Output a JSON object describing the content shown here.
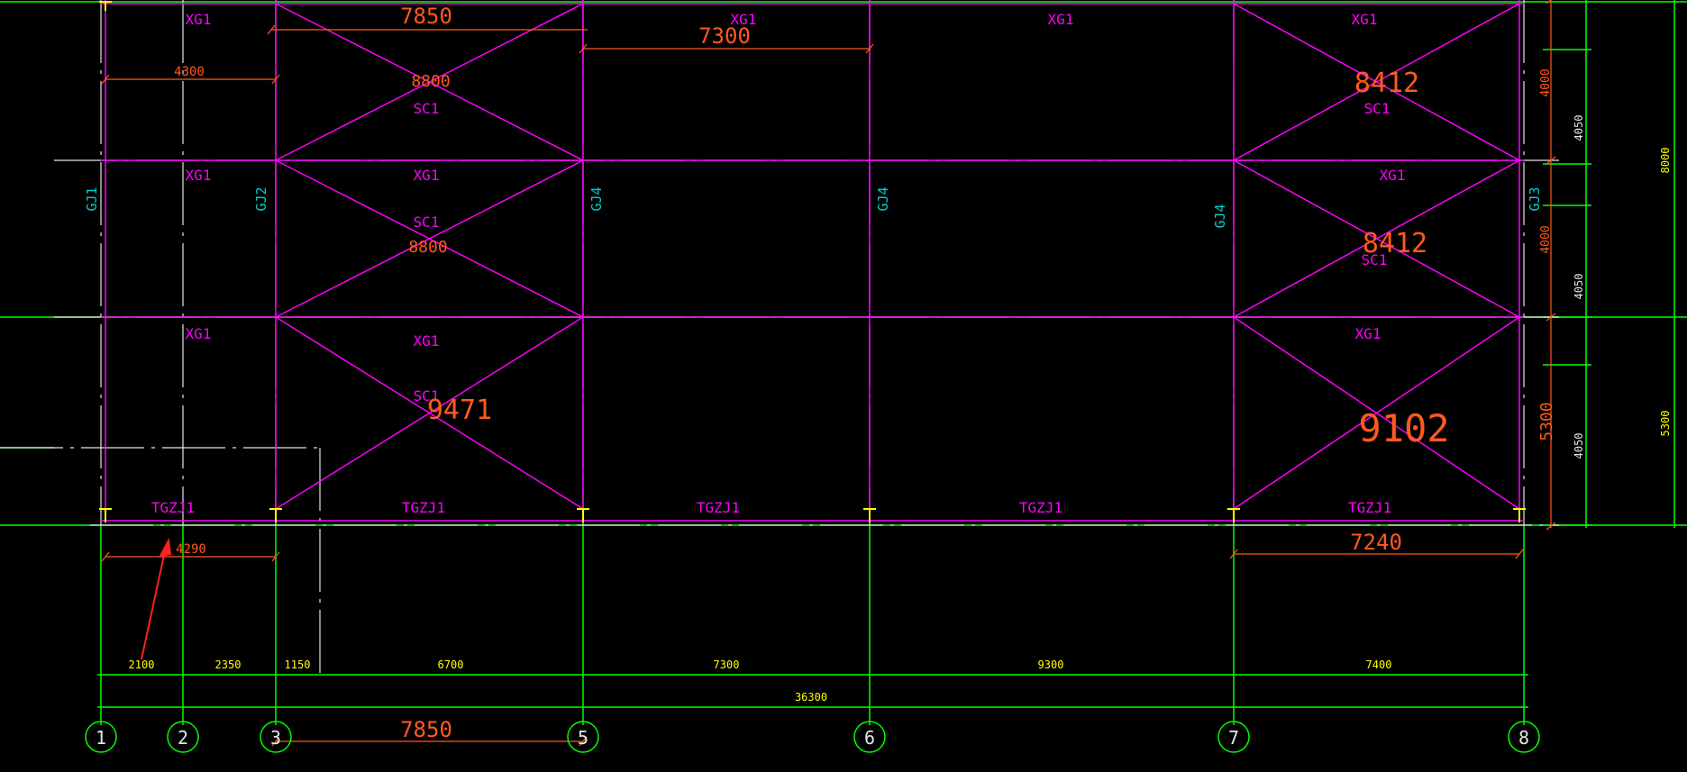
{
  "colors": {
    "background": "#000000",
    "member": "#ff00ff",
    "grid": "#00ff00",
    "centerline": "#e6e6e6",
    "dimension": "#ff5a1e",
    "label": "#00cccc",
    "axis_dim": "#ffff00",
    "arrow": "#ff2020",
    "column": "#ffff00"
  },
  "members": {
    "xg": "XG1",
    "sc": "SC1",
    "tgzj": "TGZJ1",
    "gj1": "GJ1",
    "gj2": "GJ2",
    "gj3": "GJ3",
    "gj4": "GJ4"
  },
  "lengths": {
    "top_7850": "7850",
    "top_7300": "7300",
    "top_4300": "4300",
    "b1_8800": "8800",
    "b2_8800": "8800",
    "b3_9471": "9471",
    "r1_8412": "8412",
    "r2_8412": "8412",
    "r3_9102": "9102",
    "bot_4290": "4290",
    "bot_7240": "7240",
    "bottom_7850": "7850"
  },
  "right_dims": {
    "a1": "4000",
    "a2": "4000",
    "a3": "5300",
    "b1": "4050",
    "b2": "4050",
    "b3": "4050",
    "c1": "8000",
    "c2": "5300"
  },
  "bottom_dims": {
    "d1": "2100",
    "d2": "2350",
    "d3": "1150",
    "d4": "6700",
    "d5": "7300",
    "d6": "9300",
    "d7": "7400",
    "total": "36300"
  },
  "axes": [
    "1",
    "2",
    "3",
    "5",
    "6",
    "7",
    "8"
  ]
}
